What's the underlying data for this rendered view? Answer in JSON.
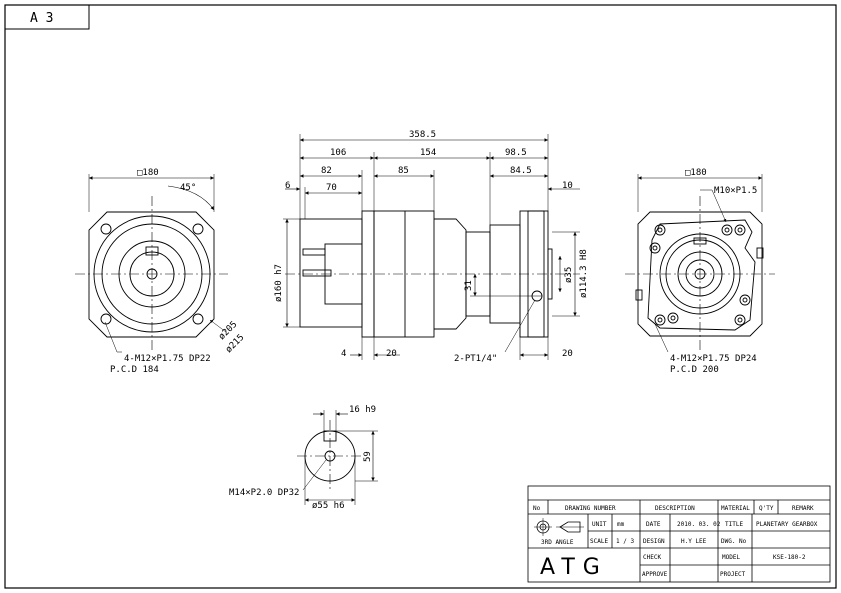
{
  "sheet": {
    "size_label": "A 3"
  },
  "front_view": {
    "square": "□180",
    "angle": "45°",
    "bolts": "4-M12×P1.75  DP22",
    "pcd": "P.C.D 184",
    "dia1": "ø205",
    "dia2": "ø215"
  },
  "side_view": {
    "total": "358.5",
    "d106": "106",
    "d154": "154",
    "d98_5": "98.5",
    "d6": "6",
    "d82": "82",
    "d70": "70",
    "d85": "85",
    "d84_5": "84.5",
    "d10": "10",
    "shaft_dia": "ø160 h7",
    "dia35": "ø35",
    "dia114": "ø114.3 H8",
    "d31": "31",
    "d4": "4",
    "d20a": "20",
    "d20b": "20",
    "port": "2-PT1/4\""
  },
  "rear_view": {
    "square": "□180",
    "thread": "M10×P1.5",
    "bolts": "4-M12×P1.75  DP24",
    "pcd": "P.C.D  200"
  },
  "shaft_detail": {
    "key": "16 h9",
    "height": "59",
    "thread": "M14×P2.0  DP32",
    "dia": "ø55 h6"
  },
  "title_block": {
    "h_no": "No",
    "h_drawing_number": "DRAWING NUMBER",
    "h_description": "DESCRIPTION",
    "h_material": "MATERIAL",
    "h_qty": "Q'TY",
    "h_remark": "REMARK",
    "projection": "3RD ANGLE",
    "unit_label": "UNIT",
    "unit_value": "mm",
    "scale_label": "SCALE",
    "scale_value": "1 / 3",
    "date_label": "DATE",
    "date_value": "2010. 03. 02",
    "design_label": "DESIGN",
    "design_value": "H.Y LEE",
    "check_label": "CHECK",
    "approve_label": "APPROVE",
    "title_label": "TITLE",
    "title_value": "PLANETARY GEARBOX",
    "dwg_label": "DWG. No",
    "model_label": "MODEL",
    "model_value": "KSE-180-2",
    "project_label": "PROJECT",
    "company": "ATG"
  }
}
